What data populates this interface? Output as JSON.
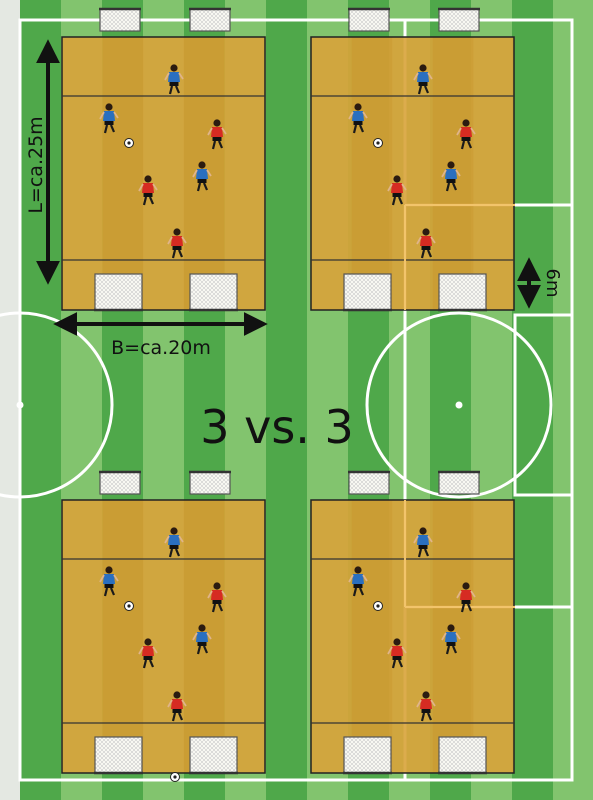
{
  "labels": {
    "length": "L=ca.25m",
    "width": "B=ca.20m",
    "zone": "6m",
    "title": "3 vs. 3"
  },
  "colors": {
    "grass_dark": "#4fa84a",
    "grass_light": "#82c46e",
    "pitch_fill": "#d8a33a",
    "team_blue": "#2a6fbf",
    "team_red": "#d62b22",
    "field_line": "#ffffff",
    "zone_line": "#f2c46b"
  },
  "icons": [
    "goal-icon",
    "player-icon",
    "ball-icon",
    "double-arrow-icon"
  ]
}
